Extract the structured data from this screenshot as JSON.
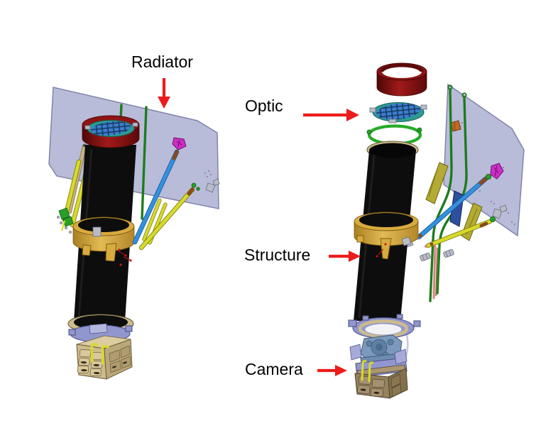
{
  "labels": {
    "radiator": "Radiator",
    "optic": "Optic",
    "structure": "Structure",
    "camera": "Camera"
  },
  "colors": {
    "label_text": "#000000",
    "arrow_red": "#ed1c1c",
    "panel_fill": "#b9bcd8",
    "panel_edge": "#8184ac",
    "hole_dot": "#8a8db5",
    "tube_black": "#0d0d0d",
    "maroon": "#8f1515",
    "maroon_dark": "#520808",
    "optic_teal": "#2b9c92",
    "optic_cell_blue": "#3d7ecf",
    "optic_cell_line": "#16395f",
    "green_tube": "#1e7c1e",
    "green_ring": "#27aa27",
    "strut_yellow": "#d8da2c",
    "strut_yellow_edge": "#80800f",
    "strut_blue": "#3390dd",
    "strut_tan": "#c9b088",
    "clamp_gold": "#d8ab3e",
    "clamp_edge": "#7a5a10",
    "magenta": "#cb2ec6",
    "orange_fit": "#bf6a28",
    "base_lavender": "#9196ce",
    "base_lavender_edge": "#50538a",
    "tan_part": "#cdbb8e",
    "tan_edge": "#6b5d3a",
    "box_brown": "#95815c",
    "box_brown_dark": "#82704c",
    "box_brown_edge": "#4f4430",
    "cam_bluegray": "#7b99bd",
    "cam_bluegray_dark": "#5f7fa2",
    "cam_edge": "#3f5a78",
    "salmon": "#d08a78",
    "bracket_olive": "#b3ab33",
    "bracket_navy": "#2d4f9e",
    "gray_fit": "#b9bcc6",
    "screw_red": "#cc1414"
  }
}
